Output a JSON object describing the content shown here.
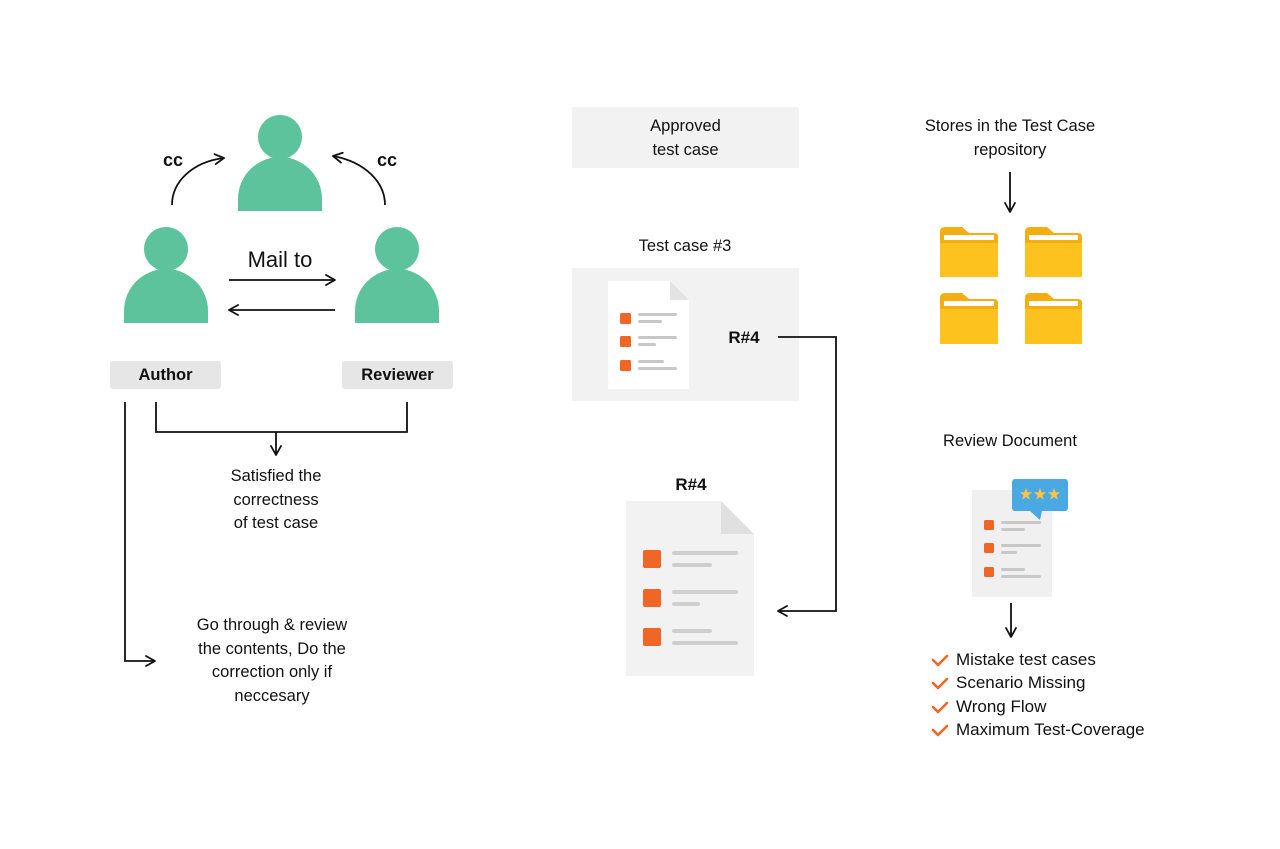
{
  "diagram": {
    "people": {
      "cc_left": "cc",
      "cc_right": "cc",
      "mail_to": "Mail to",
      "author": "Author",
      "reviewer": "Reviewer",
      "satisfied": "Satisfied the\ncorrectness\nof test case",
      "go_through": "Go through & review\nthe contents, Do the\ncorrection only if\nneccesary"
    },
    "middle": {
      "approved": "Approved\ntest case",
      "test_case_title": "Test case #3",
      "r4_inline": "R#4",
      "r4_doc_title": "R#4"
    },
    "right": {
      "stores": "Stores in the Test Case\nrepository",
      "review_doc": "Review Document",
      "checks": [
        "Mistake test cases",
        "Scenario Missing",
        "Wrong Flow",
        "Maximum Test-Coverage"
      ]
    },
    "colors": {
      "person": "#5cc39c",
      "folder": "#fdc21d",
      "folder_tab": "#f4ae12",
      "bullet": "#ef6627",
      "check": "#ef6627",
      "badge": "#4aa8e2",
      "star": "#f9c643",
      "pill": "#e6e6e6",
      "card": "#f2f2f2"
    }
  }
}
